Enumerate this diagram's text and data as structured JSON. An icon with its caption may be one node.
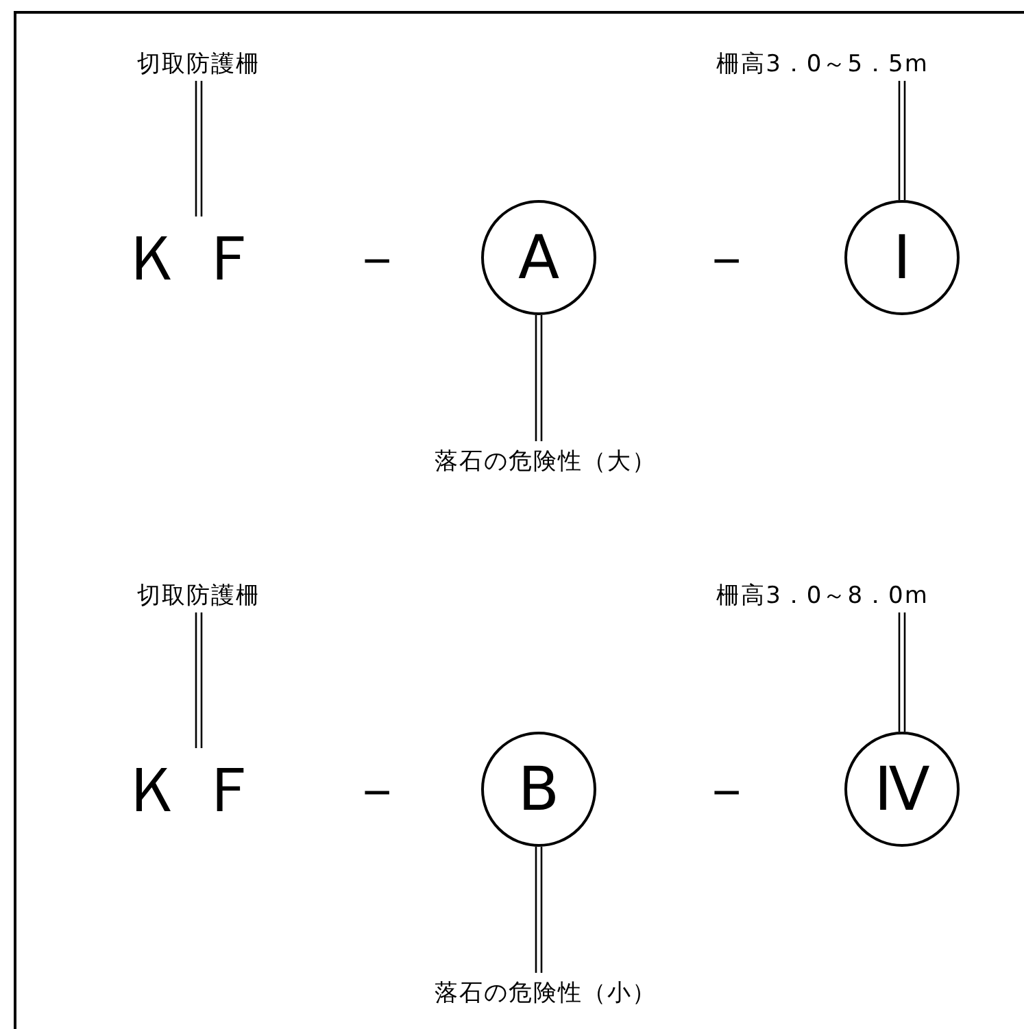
{
  "diagram": {
    "nodes": [
      {
        "text": [
          "切取防護柵"
        ]
      },
      {
        "text": [
          "ＫＦ"
        ]
      },
      {
        "text": [
          "A"
        ]
      },
      {
        "text": [
          "Ⅰ"
        ]
      },
      {
        "text": [
          "柵高3．0～5．5m"
        ]
      },
      {
        "text": [
          "落石の危険性（大）"
        ]
      },
      {
        "text": [
          "切取防護柵"
        ]
      },
      {
        "text": [
          "ＫＦ"
        ]
      },
      {
        "text": [
          "B"
        ]
      },
      {
        "text": [
          "Ⅳ"
        ]
      },
      {
        "text": [
          "柵高3．0～8．0m"
        ]
      },
      {
        "text": [
          "落石の危険性（小）"
        ]
      }
    ],
    "edges": [
      {
        "from": 0,
        "to": 1,
        "arrow": "none"
      },
      {
        "from": 4,
        "to": 3,
        "arrow": "none"
      },
      {
        "from": 5,
        "to": 2,
        "arrow": "none"
      },
      {
        "from": 6,
        "to": 7,
        "arrow": "none"
      },
      {
        "from": 10,
        "to": 9,
        "arrow": "none"
      },
      {
        "from": 11,
        "to": 8,
        "arrow": "none"
      }
    ],
    "labels": [
      "－",
      "－",
      "－",
      "－"
    ]
  }
}
